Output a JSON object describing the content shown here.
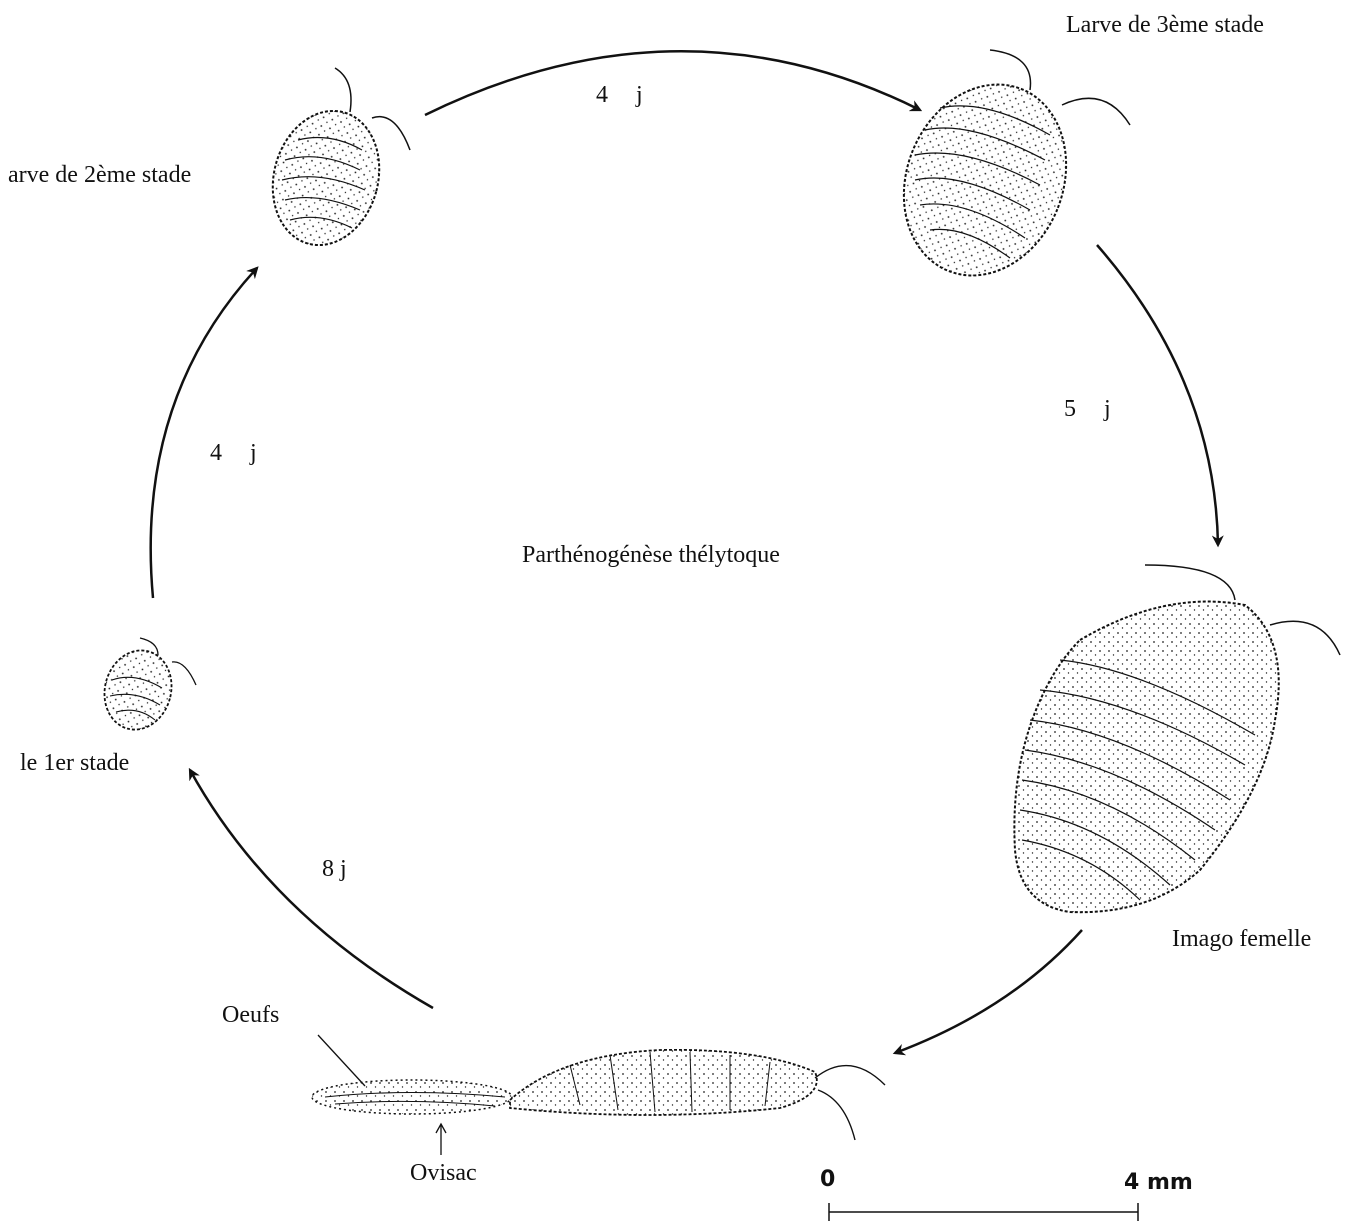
{
  "diagram": {
    "center_label": "Parthénogénèse thélytoque",
    "stages": {
      "larva_2": "arve de 2ème stade",
      "larva_3": "Larve de 3ème stade",
      "female": "Imago femelle",
      "larva_1": "le 1er stade",
      "eggs": "Oeufs",
      "ovisac": "Ovisac"
    },
    "durations": {
      "l2_to_l3": "4 j",
      "l3_to_female": "5 j",
      "l1_to_l2": "4 j",
      "eggs_to_l1": "8 j"
    },
    "scale": {
      "start": "0",
      "end": "4 mm"
    },
    "colors": {
      "ink": "#111111",
      "paper": "#ffffff"
    }
  }
}
